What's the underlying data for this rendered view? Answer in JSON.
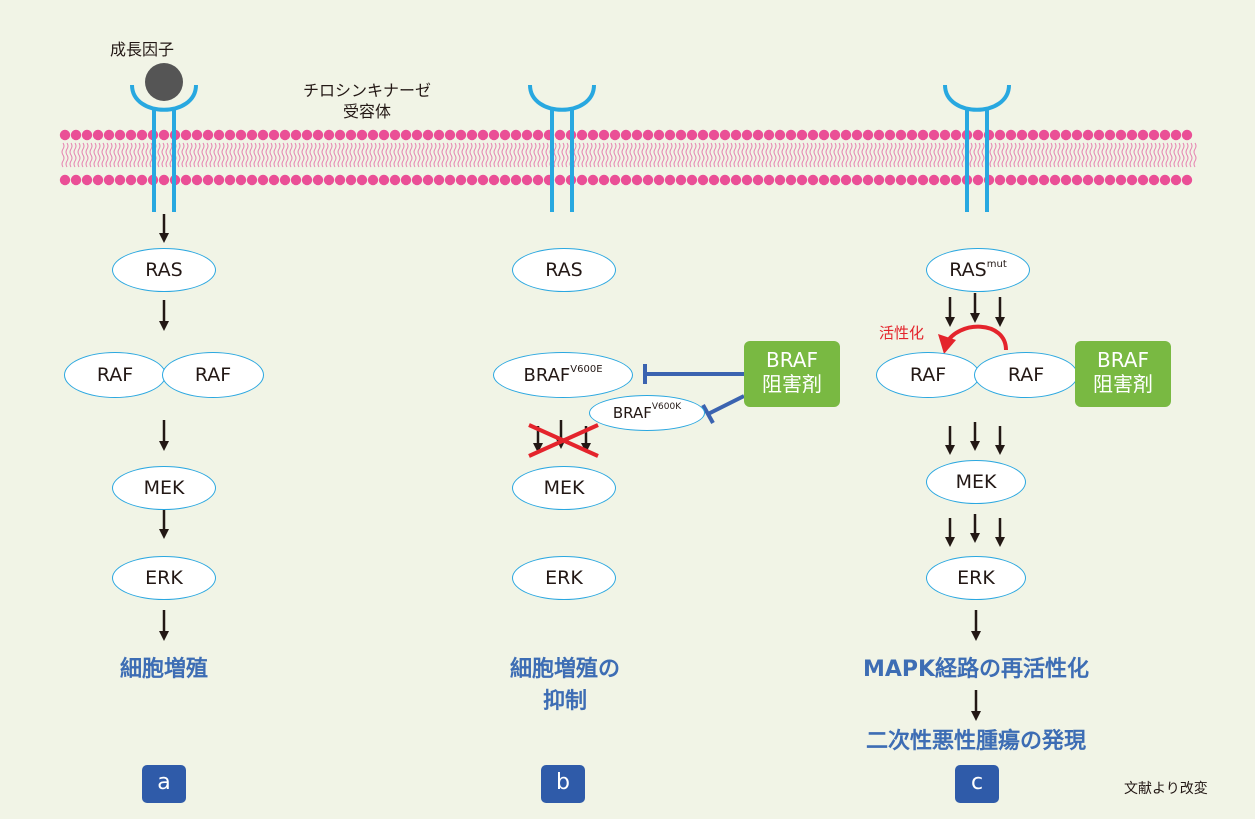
{
  "membrane": {
    "head_color": "#ea4f96",
    "tail_color": "#e680b0",
    "receptor_color": "#28a8e0"
  },
  "labels": {
    "growth_factor": "成長因子",
    "receptor_line1": "チロシンキナーゼ",
    "receptor_line2": "受容体",
    "citation": "文献より改変"
  },
  "panel_a": {
    "ras": "RAS",
    "raf1": "RAF",
    "raf2": "RAF",
    "mek": "MEK",
    "erk": "ERK",
    "outcome": "細胞増殖",
    "label": "a"
  },
  "panel_b": {
    "ras": "RAS",
    "braf_v600e_base": "BRAF",
    "braf_v600e_sup": "V600E",
    "braf_v600k_base": "BRAF",
    "braf_v600k_sup": "V600K",
    "inhibitor_line1": "BRAF",
    "inhibitor_line2": "阻害剤",
    "mek": "MEK",
    "erk": "ERK",
    "outcome_line1": "細胞増殖の",
    "outcome_line2": "抑制",
    "label": "b"
  },
  "panel_c": {
    "ras_base": "RAS",
    "ras_sup": "mut",
    "activation": "活性化",
    "raf1": "RAF",
    "raf2": "RAF",
    "inhibitor_line1": "BRAF",
    "inhibitor_line2": "阻害剤",
    "mek": "MEK",
    "erk": "ERK",
    "outcome1": "MAPK経路の再活性化",
    "outcome2": "二次性悪性腫瘍の発現",
    "label": "c"
  },
  "colors": {
    "node_border": "#2aa7e0",
    "inhibitor_fill": "#79b942",
    "inhibit_line": "#3b63b0",
    "cross": "#e4242c",
    "activation": "#e4242c",
    "outcome_text": "#3d6db4",
    "panel_label_fill": "#2f5ba9",
    "ligand": "#555555"
  }
}
